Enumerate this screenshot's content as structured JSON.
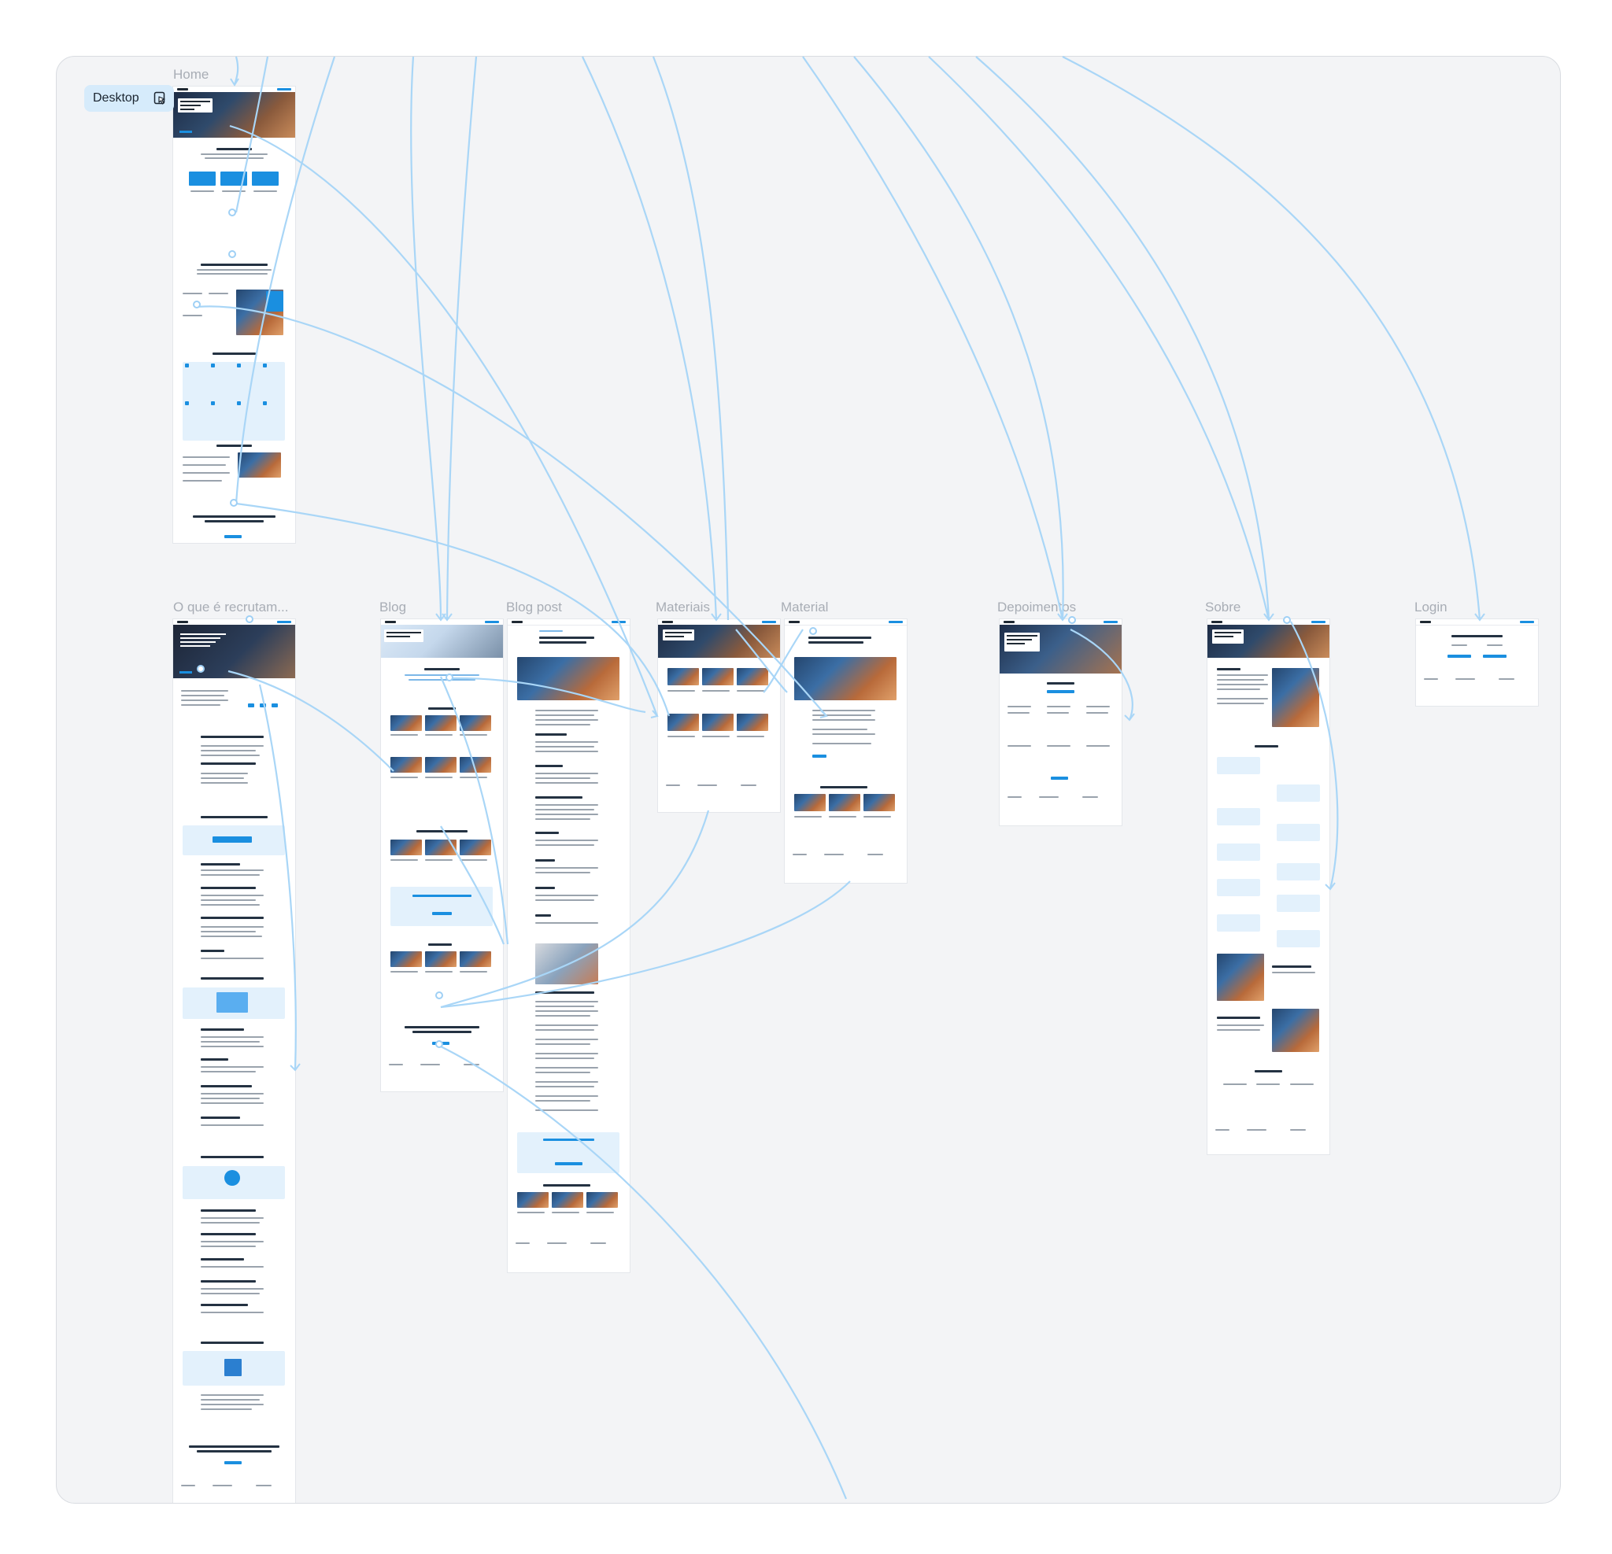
{
  "canvas": {
    "desktop_tag": "Desktop",
    "frames": [
      {
        "id": "home",
        "label": "Home"
      },
      {
        "id": "o-que-e",
        "label": "O que é recrutam..."
      },
      {
        "id": "blog",
        "label": "Blog"
      },
      {
        "id": "blog-post",
        "label": "Blog post"
      },
      {
        "id": "materiais",
        "label": "Materiais"
      },
      {
        "id": "material",
        "label": "Material"
      },
      {
        "id": "depoimentos",
        "label": "Depoimentos"
      },
      {
        "id": "sobre",
        "label": "Sobre"
      },
      {
        "id": "login",
        "label": "Login"
      }
    ]
  },
  "colors": {
    "canvas_bg": "#f3f4f6",
    "wire": "#a9d6f7",
    "accent": "#1a8fe0",
    "tag_bg": "#d6ebfb"
  },
  "icons": {
    "frame_tag": "frame-select-icon"
  }
}
